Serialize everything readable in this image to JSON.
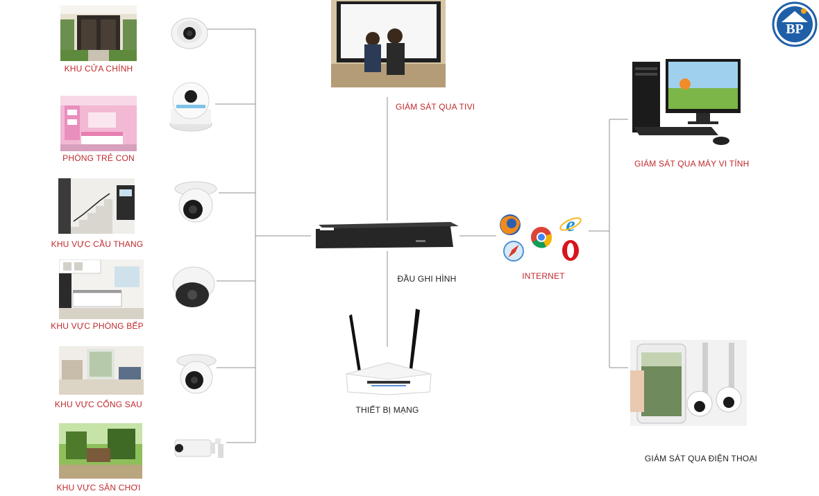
{
  "logo": {
    "text": "BP",
    "color": "#1f5fa8",
    "sun_color": "#f2a31b"
  },
  "rooms": [
    {
      "label": "KHU CỬA CHÍNH",
      "icon": "main-door-room",
      "camera": "dome-camera-icon"
    },
    {
      "label": "PHÒNG TRẺ CON",
      "icon": "kids-room",
      "camera": "pan-tilt-camera-icon"
    },
    {
      "label": "KHU VỰC CẦU THANG",
      "icon": "staircase-room",
      "camera": "turret-camera-icon"
    },
    {
      "label": "KHU VỰC PHÒNG BẾP",
      "icon": "kitchen-room",
      "camera": "dome-camera-icon"
    },
    {
      "label": "KHU VỰC CỔNG SAU",
      "icon": "back-gate-room",
      "camera": "turret-camera-icon"
    },
    {
      "label": "KHU VỰC SÂN CHƠI",
      "icon": "playground-room",
      "camera": "bullet-camera-icon"
    }
  ],
  "center": {
    "tv_label": "GIÁM SÁT QUA TIVI",
    "dvr_label": "ĐẦU GHI HÌNH",
    "router_label": "THIẾT BỊ MẠNG"
  },
  "internet": {
    "label": "INTERNET",
    "browsers": [
      "firefox-icon",
      "chrome-icon",
      "ie-icon",
      "safari-icon",
      "opera-icon"
    ]
  },
  "right": {
    "pc_label": "GIÁM SÁT QUA MÁY VI TÍNH",
    "phone_label": "GIÁM SÁT QUA ĐIỆN THOẠI"
  },
  "colors": {
    "label_red": "#c0282c",
    "line": "#8a8a8a"
  }
}
